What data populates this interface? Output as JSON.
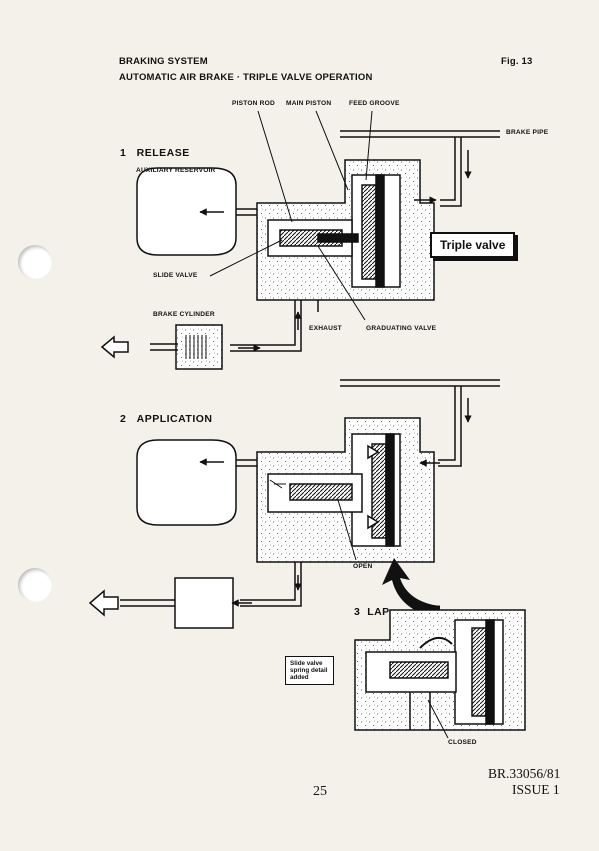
{
  "header": {
    "title": "BRAKING SYSTEM",
    "subtitle": "AUTOMATIC AIR BRAKE · TRIPLE VALVE OPERATION",
    "figure": "Fig. 13"
  },
  "labels": {
    "piston_rod": "PISTON ROD",
    "main_piston": "MAIN PISTON",
    "feed_groove": "FEED GROOVE",
    "brake_pipe": "BRAKE PIPE",
    "auxiliary_reservoir": "AUXILIARY RESERVOIR",
    "slide_valve": "SLIDE VALVE",
    "brake_cylinder": "BRAKE CYLINDER",
    "exhaust": "EXHAUST",
    "graduating_valve": "GRADUATING VALVE",
    "open": "OPEN",
    "closed": "CLOSED"
  },
  "sections": {
    "release": {
      "number": "1",
      "title": "RELEASE"
    },
    "application": {
      "number": "2",
      "title": "APPLICATION"
    },
    "lap": {
      "number": "3",
      "title": "LAP"
    }
  },
  "callouts": {
    "triple_valve": "Triple valve",
    "spring_note": [
      "Slide valve",
      "spring detail",
      "added"
    ]
  },
  "footer": {
    "page_number": "25",
    "doc_ref": "BR.33056/81",
    "issue": "ISSUE 1"
  }
}
